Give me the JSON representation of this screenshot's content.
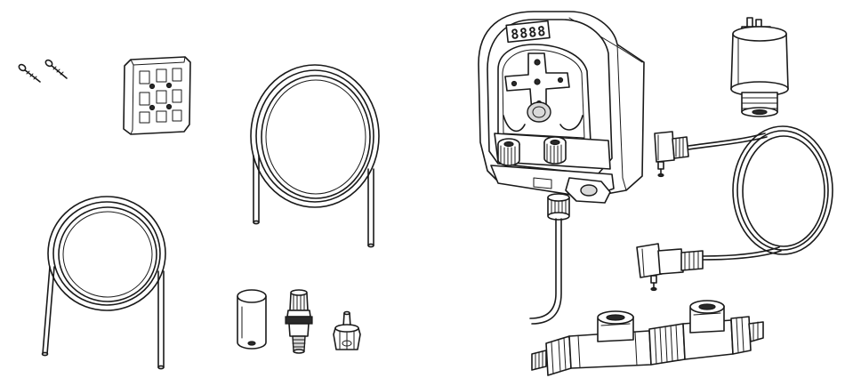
{
  "display": {
    "readout": "8888"
  },
  "parts": [
    "screws",
    "mounting-bracket",
    "tube-coil-small",
    "tube-coil-large",
    "tube-weight",
    "injection-valve",
    "tube-connector",
    "peristaltic-pump",
    "pressure-switch",
    "cable-connector-upper",
    "cable-coil",
    "cable-connector-lower",
    "flow-cell-manifold"
  ]
}
